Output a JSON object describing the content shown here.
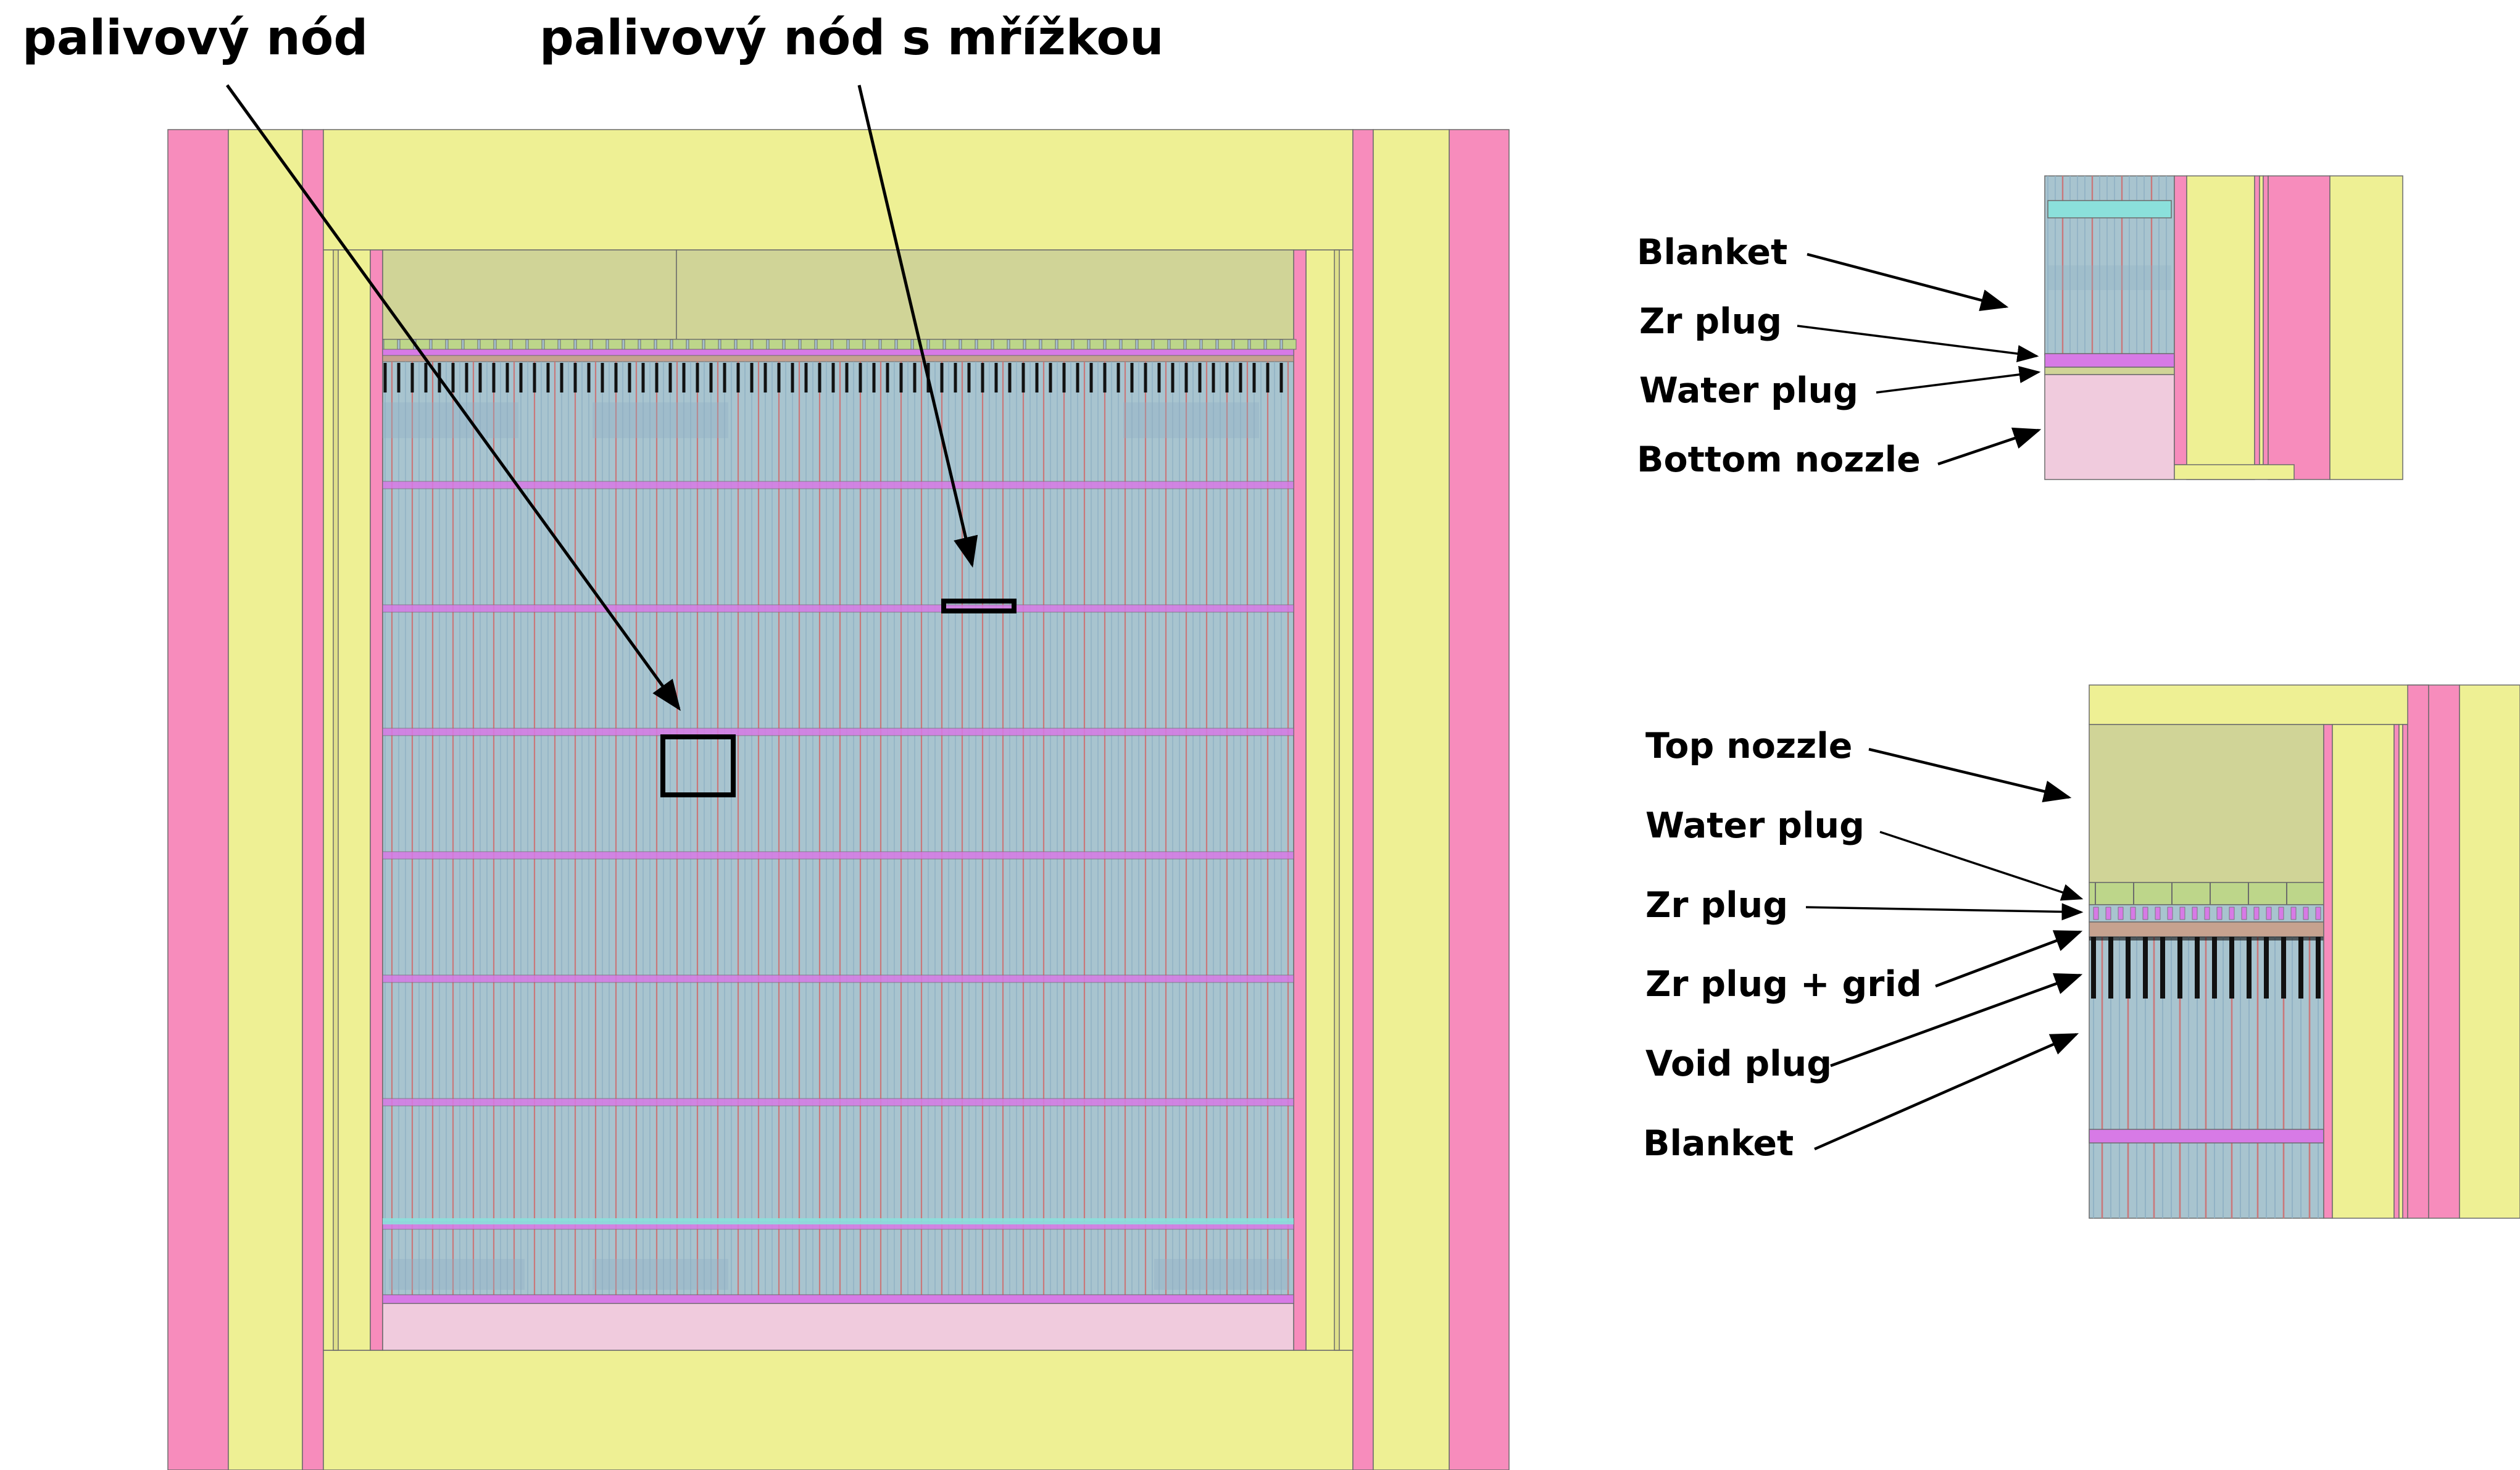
{
  "colors": {
    "pink": "#f78cbc",
    "yellow": "#eef094",
    "olive": "#d0d497",
    "nozzle_green": "#bdd68a",
    "blue": "#a8c4cf",
    "blue_dark": "#8fb0c4",
    "red_rod": "#c9787a",
    "magenta_grid": "#d77ae6",
    "cyan": "#8be0db",
    "light_pink": "#f0cbdd",
    "tan": "#c6a28f",
    "black": "#111111",
    "line": "#6b6b6b"
  },
  "top_labels": {
    "fuel_node": "palivový nód",
    "fuel_node_with_grid": "palivový nód s mřížkou"
  },
  "bottom_detail": {
    "labels": [
      "Blanket",
      "Zr plug",
      "Water plug",
      "Bottom nozzle"
    ]
  },
  "top_detail": {
    "labels": [
      "Top nozzle",
      "Water plug",
      "Zr plug",
      "Zr plug + grid",
      "Void plug",
      "Blanket"
    ]
  }
}
